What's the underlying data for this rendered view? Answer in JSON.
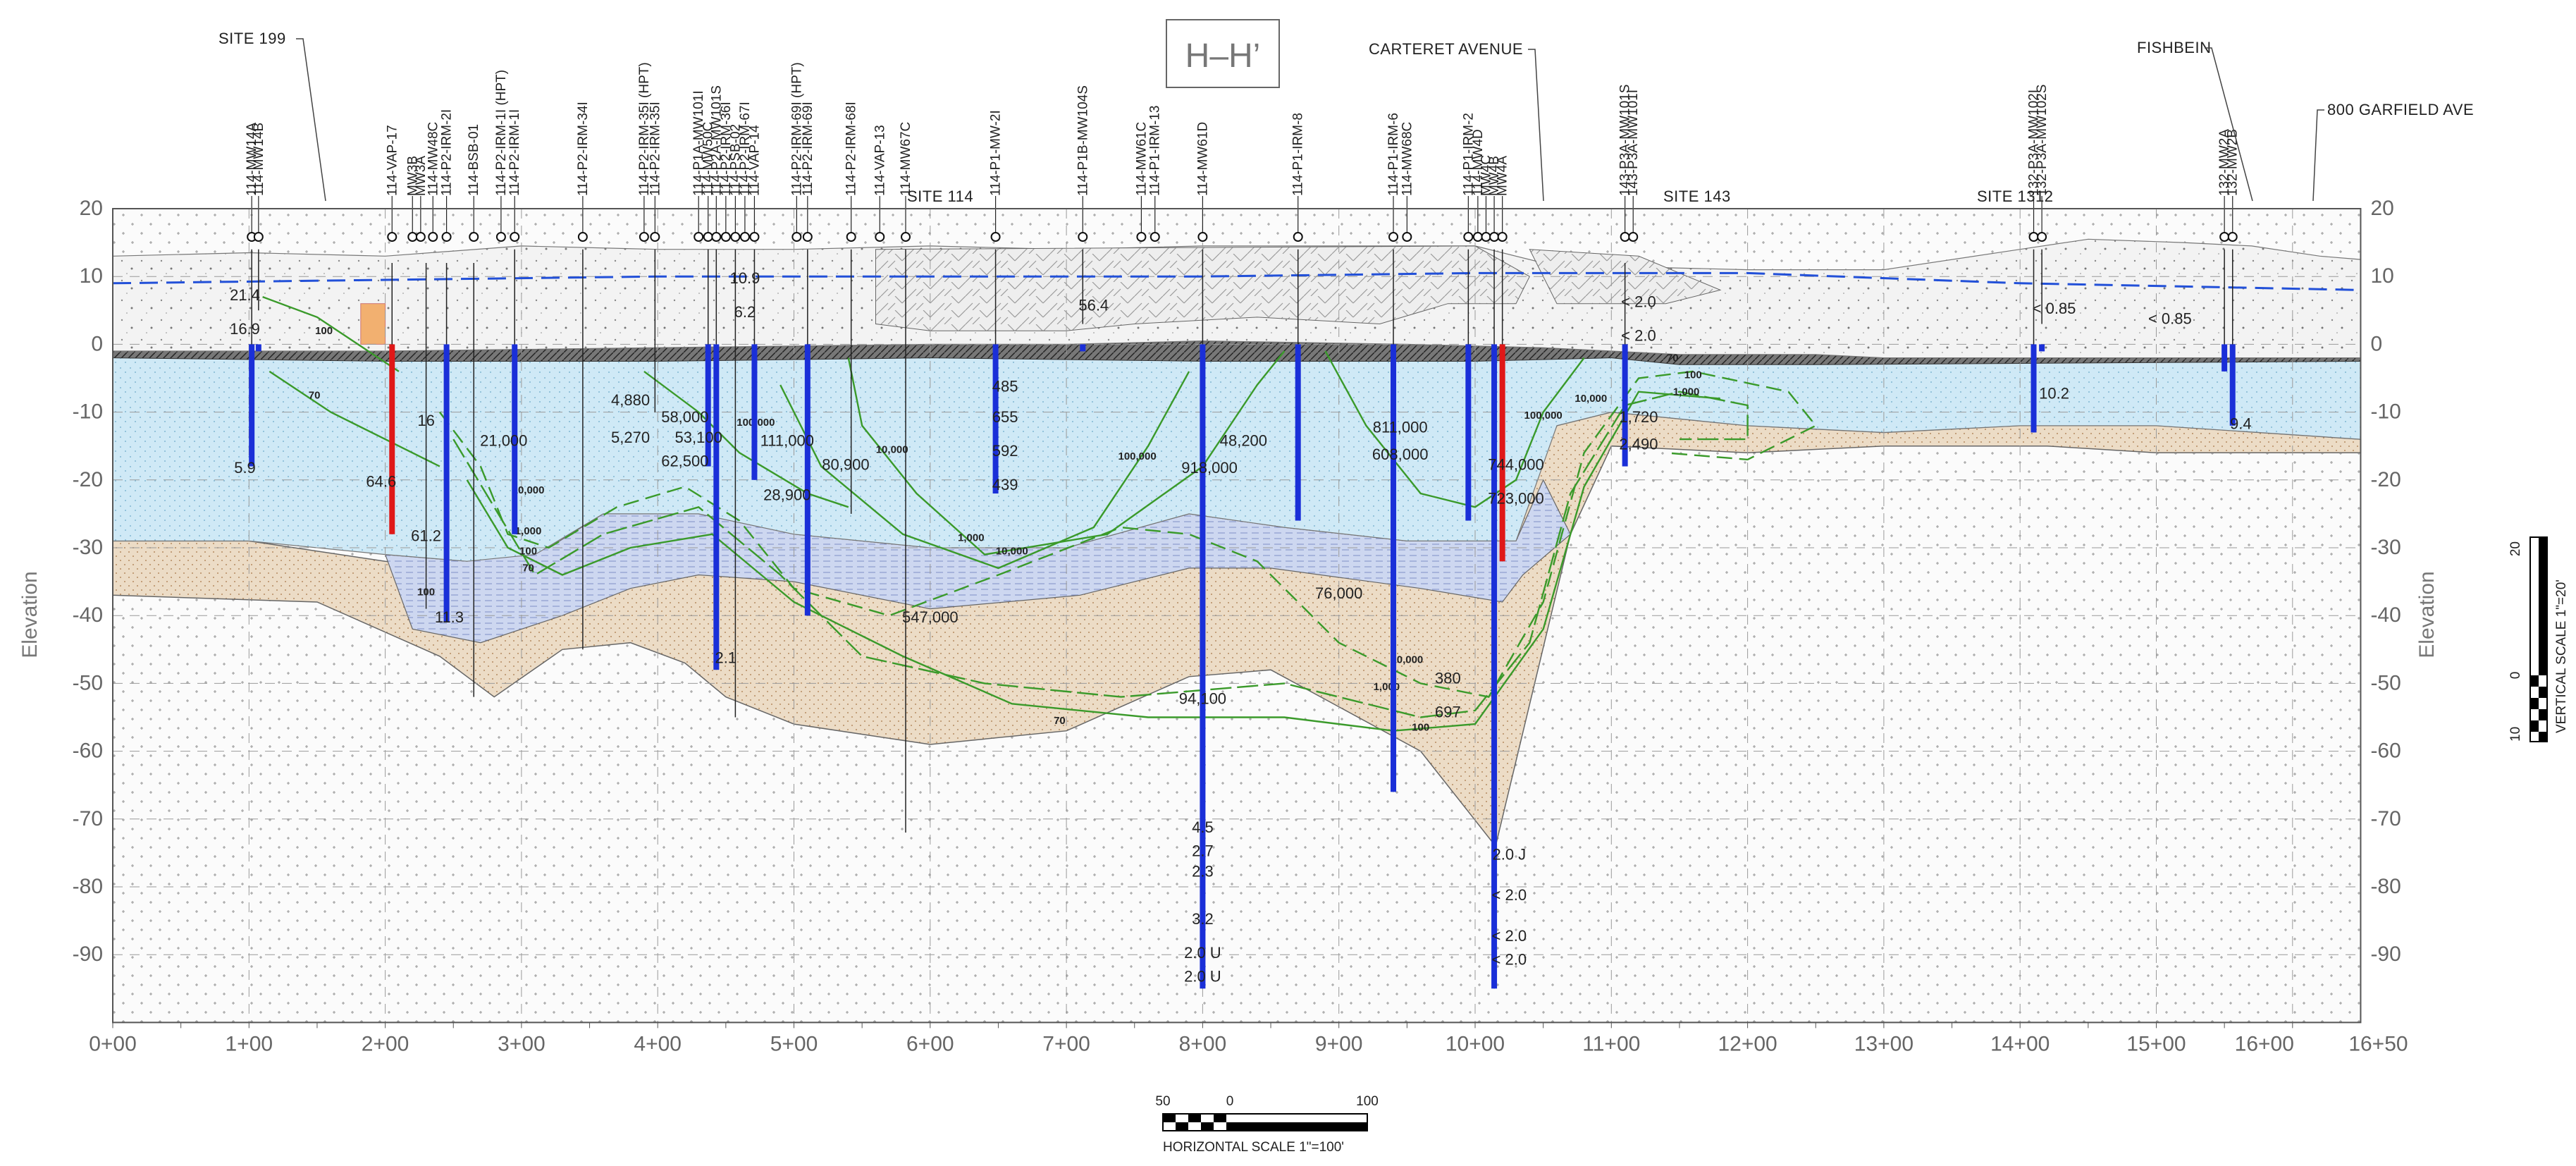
{
  "title_box": "H–H’",
  "axis": {
    "left_label": "Elevation",
    "right_label": "Elevation",
    "y_ticks": [
      "20",
      "10",
      "0",
      "-10",
      "-20",
      "-30",
      "-40",
      "-50",
      "-60",
      "-70",
      "-80",
      "-90"
    ],
    "x_ticks": [
      "0+00",
      "1+00",
      "2+00",
      "3+00",
      "4+00",
      "5+00",
      "6+00",
      "7+00",
      "8+00",
      "9+00",
      "10+00",
      "11+00",
      "12+00",
      "13+00",
      "14+00",
      "15+00",
      "16+00",
      "16+50"
    ]
  },
  "scales": {
    "horizontal": {
      "caption": "HORIZONTAL SCALE 1\"=100'",
      "ticks": [
        "50",
        "0",
        "100"
      ]
    },
    "vertical": {
      "caption": "VERTICAL SCALE 1\"=20'",
      "ticks": [
        "20",
        "0",
        "10"
      ]
    }
  },
  "site_labels": {
    "site199": "SITE 199",
    "carteret": "CARTERET AVENUE",
    "fishbein": "FISHBEIN",
    "garfield": "800 GARFIELD AVE",
    "site114": "SITE 114",
    "site143": "SITE 143",
    "site1312": "SITE 1312"
  },
  "wells": [
    {
      "name": "114-MW14A",
      "sta": 1.02
    },
    {
      "name": "114-MW14B",
      "sta": 1.07
    },
    {
      "name": "114-VAP-17",
      "sta": 2.05
    },
    {
      "name": "MW3B",
      "sta": 2.2
    },
    {
      "name": "MW3A",
      "sta": 2.26
    },
    {
      "name": "114-MW48C",
      "sta": 2.35
    },
    {
      "name": "114-P2-IRM-2I",
      "sta": 2.45
    },
    {
      "name": "114-BSB-01",
      "sta": 2.65
    },
    {
      "name": "114-P2-IRM-1I (HPT)",
      "sta": 2.85
    },
    {
      "name": "114-P2-IRM-1I",
      "sta": 2.95
    },
    {
      "name": "114-P2-IRM-34I",
      "sta": 3.45
    },
    {
      "name": "114-P2-IRM-35I (HPT)",
      "sta": 3.9
    },
    {
      "name": "114-P2-IRM-35I",
      "sta": 3.98
    },
    {
      "name": "114-P1A-MW101I",
      "sta": 4.3
    },
    {
      "name": "114-MW50C",
      "sta": 4.37
    },
    {
      "name": "114-P2A-MW101S",
      "sta": 4.43
    },
    {
      "name": "114-P2-IRM-36I",
      "sta": 4.5
    },
    {
      "name": "114-PSB-02",
      "sta": 4.57
    },
    {
      "name": "114-P2-IRM-67I",
      "sta": 4.64
    },
    {
      "name": "114-VAP-14",
      "sta": 4.71
    },
    {
      "name": "114-P2-IRM-69I (HPT)",
      "sta": 5.02
    },
    {
      "name": "114-P2-IRM-69I",
      "sta": 5.1
    },
    {
      "name": "114-P2-IRM-68I",
      "sta": 5.42
    },
    {
      "name": "114-VAP-13",
      "sta": 5.63
    },
    {
      "name": "114-MW67C",
      "sta": 5.82
    },
    {
      "name": "114-P1-MW-2I",
      "sta": 6.48
    },
    {
      "name": "114-P1B-MW104S",
      "sta": 7.12
    },
    {
      "name": "114-MW61C",
      "sta": 7.55
    },
    {
      "name": "114-P1-IRM-13",
      "sta": 7.65
    },
    {
      "name": "114-MW61D",
      "sta": 8.0
    },
    {
      "name": "114-P1-IRM-8",
      "sta": 8.7
    },
    {
      "name": "114-P1-IRM-6",
      "sta": 9.4
    },
    {
      "name": "114-MW68C",
      "sta": 9.5
    },
    {
      "name": "114-P1-IRM-2",
      "sta": 9.95
    },
    {
      "name": "114-MW4D",
      "sta": 10.02
    },
    {
      "name": "MW4C",
      "sta": 10.08
    },
    {
      "name": "MW4B",
      "sta": 10.14
    },
    {
      "name": "MW4A",
      "sta": 10.2
    },
    {
      "name": "143-P3A-MW101S",
      "sta": 11.1
    },
    {
      "name": "143-P3A-MW101I",
      "sta": 11.16
    },
    {
      "name": "132-P3A-MW102I",
      "sta": 14.1
    },
    {
      "name": "132-P3A-MW102S",
      "sta": 14.16
    },
    {
      "name": "132-MW2A",
      "sta": 15.5
    },
    {
      "name": "132-MW2B",
      "sta": 15.56
    }
  ],
  "concentrations": [
    {
      "text": "21.4",
      "sta": 0.97,
      "el": 6.5
    },
    {
      "text": "16.9",
      "sta": 0.97,
      "el": 1.5
    },
    {
      "text": "5.9",
      "sta": 0.97,
      "el": -19
    },
    {
      "text": "64.6",
      "sta": 1.97,
      "el": -21
    },
    {
      "text": "16",
      "sta": 2.3,
      "el": -12
    },
    {
      "text": "61.2",
      "sta": 2.3,
      "el": -29
    },
    {
      "text": "11.3",
      "sta": 2.47,
      "el": -41
    },
    {
      "text": "21,000",
      "sta": 2.87,
      "el": -15
    },
    {
      "text": "4,880",
      "sta": 3.8,
      "el": -9
    },
    {
      "text": "5,270",
      "sta": 3.8,
      "el": -14.5
    },
    {
      "text": "58,000",
      "sta": 4.2,
      "el": -11.5
    },
    {
      "text": "53,100",
      "sta": 4.3,
      "el": -14.5
    },
    {
      "text": "62,500",
      "sta": 4.2,
      "el": -18
    },
    {
      "text": "10.9",
      "sta": 4.64,
      "el": 9
    },
    {
      "text": "6.2",
      "sta": 4.64,
      "el": 4
    },
    {
      "text": "111,000",
      "sta": 4.95,
      "el": -15
    },
    {
      "text": "28,900",
      "sta": 4.95,
      "el": -23
    },
    {
      "text": "80,900",
      "sta": 5.38,
      "el": -18.5
    },
    {
      "text": "2.1",
      "sta": 4.5,
      "el": -47
    },
    {
      "text": "547,000",
      "sta": 6.0,
      "el": -41
    },
    {
      "text": "485",
      "sta": 6.55,
      "el": -7
    },
    {
      "text": "655",
      "sta": 6.55,
      "el": -11.5
    },
    {
      "text": "592",
      "sta": 6.55,
      "el": -16.5
    },
    {
      "text": "439",
      "sta": 6.55,
      "el": -21.5
    },
    {
      "text": "56.4",
      "sta": 7.2,
      "el": 5
    },
    {
      "text": "48,200",
      "sta": 8.3,
      "el": -15
    },
    {
      "text": "918,000",
      "sta": 8.05,
      "el": -19
    },
    {
      "text": "94,100",
      "sta": 8.0,
      "el": -53
    },
    {
      "text": "4.5",
      "sta": 8.0,
      "el": -72
    },
    {
      "text": "2.7",
      "sta": 8.0,
      "el": -75.5
    },
    {
      "text": "2.3",
      "sta": 8.0,
      "el": -78.5
    },
    {
      "text": "3.2",
      "sta": 8.0,
      "el": -85.5
    },
    {
      "text": "2.0 U",
      "sta": 8.0,
      "el": -90.5
    },
    {
      "text": "2.0 U",
      "sta": 8.0,
      "el": -94
    },
    {
      "text": "811,000",
      "sta": 9.45,
      "el": -13
    },
    {
      "text": "608,000",
      "sta": 9.45,
      "el": -17
    },
    {
      "text": "76,000",
      "sta": 9.0,
      "el": -37.5
    },
    {
      "text": "744,000",
      "sta": 10.3,
      "el": -18.5
    },
    {
      "text": "723,000",
      "sta": 10.3,
      "el": -23.5
    },
    {
      "text": "380",
      "sta": 9.8,
      "el": -50
    },
    {
      "text": "697",
      "sta": 9.8,
      "el": -55
    },
    {
      "text": "2.0 J",
      "sta": 10.25,
      "el": -76
    },
    {
      "text": "< 2.0",
      "sta": 10.25,
      "el": -82
    },
    {
      "text": "< 2.0",
      "sta": 10.25,
      "el": -88
    },
    {
      "text": "< 2.0",
      "sta": 10.25,
      "el": -91.5
    },
    {
      "text": "< 2.0",
      "sta": 11.2,
      "el": 5.5
    },
    {
      "text": "< 2.0",
      "sta": 11.2,
      "el": 0.5
    },
    {
      "text": "1,720",
      "sta": 11.2,
      "el": -11.5
    },
    {
      "text": "2,490",
      "sta": 11.2,
      "el": -15.5
    },
    {
      "text": "< 0.85",
      "sta": 14.25,
      "el": 4.5
    },
    {
      "text": "10.2",
      "sta": 14.25,
      "el": -8
    },
    {
      "text": "< 0.85",
      "sta": 15.1,
      "el": 3
    },
    {
      "text": "9.4",
      "sta": 15.62,
      "el": -12.5
    }
  ],
  "contour_labels": [
    {
      "text": "100",
      "sta": 1.55,
      "el": 1.5
    },
    {
      "text": "70",
      "sta": 1.48,
      "el": -8
    },
    {
      "text": "100",
      "sta": 2.3,
      "el": -37
    },
    {
      "text": "10,000",
      "sta": 3.05,
      "el": -22
    },
    {
      "text": "1,000",
      "sta": 3.05,
      "el": -28
    },
    {
      "text": "100",
      "sta": 3.05,
      "el": -31
    },
    {
      "text": "70",
      "sta": 3.05,
      "el": -33.5
    },
    {
      "text": "100,000",
      "sta": 4.72,
      "el": -12
    },
    {
      "text": "10,000",
      "sta": 5.72,
      "el": -16
    },
    {
      "text": "100,000",
      "sta": 7.52,
      "el": -17
    },
    {
      "text": "1,000",
      "sta": 6.3,
      "el": -29
    },
    {
      "text": "10,000",
      "sta": 6.6,
      "el": -31
    },
    {
      "text": "10,000",
      "sta": 9.5,
      "el": -47
    },
    {
      "text": "1,000",
      "sta": 9.35,
      "el": -51
    },
    {
      "text": "70",
      "sta": 6.95,
      "el": -56
    },
    {
      "text": "100",
      "sta": 9.6,
      "el": -57
    },
    {
      "text": "100,000",
      "sta": 10.5,
      "el": -11
    },
    {
      "text": "10,000",
      "sta": 10.85,
      "el": -8.5
    },
    {
      "text": "1,000",
      "sta": 11.55,
      "el": -7.5
    },
    {
      "text": "100",
      "sta": 11.6,
      "el": -5
    },
    {
      "text": "70",
      "sta": 11.45,
      "el": -2.5
    }
  ],
  "colors": {
    "fill": "#e8e8e8",
    "clay": "#c8e6f4",
    "sand": "#ecdcc6",
    "silt": "#c8d4ee",
    "bedrock": "#fafafa",
    "contour": "#3a9a2a",
    "well_screen": "#1a2fd8",
    "well_red": "#e01818",
    "water_table": "#2250d8"
  }
}
